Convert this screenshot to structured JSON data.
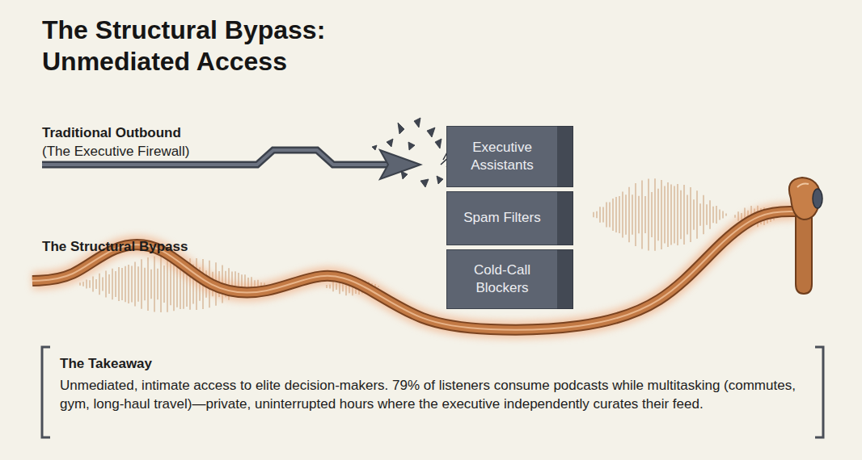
{
  "diagram": {
    "title": "The Structural Bypass: Unmediated Access",
    "nodes": [
      {
        "text": [
          "Executive Assistants"
        ]
      },
      {
        "text": [
          "Spam Filters"
        ]
      },
      {
        "text": [
          "Cold-Call Blockers"
        ]
      },
      {
        "text": [
          "The Takeaway",
          "Unmediated, intimate access to elite decision-makers. 79% of listeners consume podcasts while multitasking (commutes, gym, long-haul travel)—private, uninterrupted hours where the executive independently curates their feed."
        ]
      }
    ],
    "labels": [
      "Traditional Outbound",
      "(The Executive Firewall)",
      "The Structural Bypass"
    ]
  }
}
